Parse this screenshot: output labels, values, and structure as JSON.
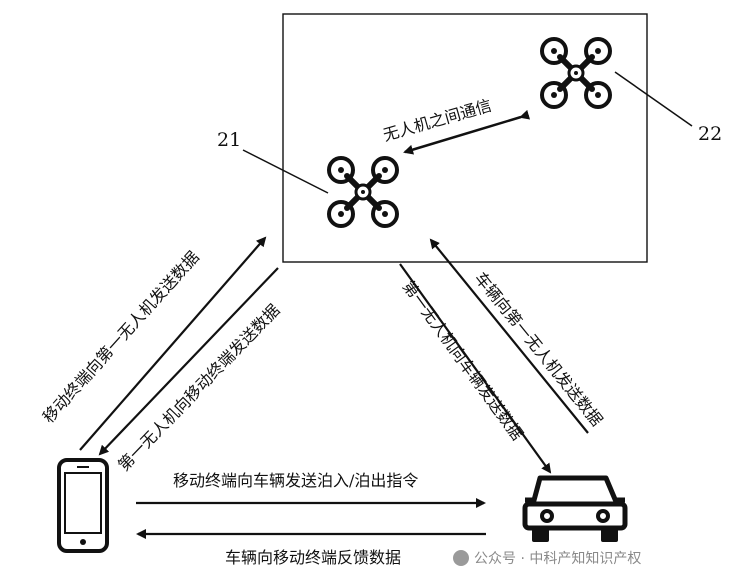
{
  "labels": {
    "drone1_id": "21",
    "drone2_id": "22",
    "drone_to_drone": "无人机之间通信",
    "mobile_to_drone": "移动终端向第一无人机发送数据",
    "drone_to_mobile": "第一无人机向移动终端发送数据",
    "drone_to_vehicle": "第一无人机向车辆发送数据",
    "vehicle_to_drone": "车辆向第一无人机发送数据",
    "mobile_to_vehicle": "移动终端向车辆发送泊入/泊出指令",
    "vehicle_to_mobile": "车辆向移动终端反馈数据"
  },
  "watermark": {
    "text": "公众号 · 中科产知知识产权"
  },
  "icons": {
    "drone": "drone-icon",
    "phone": "mobile-phone-icon",
    "car": "car-icon"
  },
  "colors": {
    "stroke": "#111111"
  }
}
